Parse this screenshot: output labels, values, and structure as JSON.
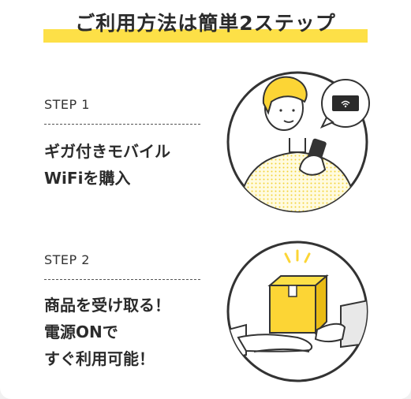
{
  "title": "ご利用方法は簡単2ステップ",
  "steps": [
    {
      "label": "STEP 1",
      "lines": [
        "ギガ付きモバイル",
        "WiFiを購入"
      ]
    },
    {
      "label": "STEP 2",
      "lines": [
        "商品を受け取る！",
        "電源ONで",
        "すぐ利用可能！"
      ]
    }
  ],
  "colors": {
    "accent": "#fde047",
    "text": "#2b2b2b",
    "illustration_line": "#333333"
  },
  "icons": [
    "person-with-smartphone-illustration",
    "wifi-router-bubble-icon",
    "package-handoff-illustration"
  ]
}
